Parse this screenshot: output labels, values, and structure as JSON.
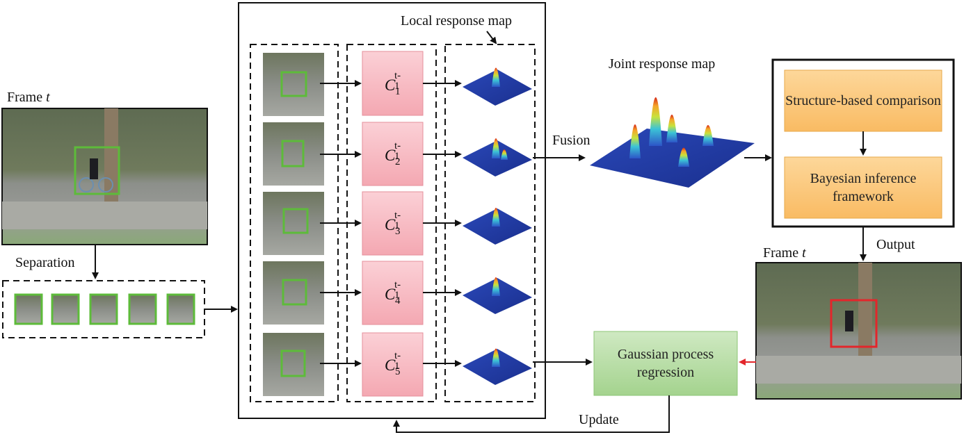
{
  "labels": {
    "frame_t_input": "Frame",
    "frame_t_output": "Frame",
    "frame_var": "t",
    "separation": "Separation",
    "local_response_map": "Local response map",
    "joint_response_map": "Joint response map",
    "fusion": "Fusion",
    "output": "Output",
    "update": "Update"
  },
  "classifiers": [
    {
      "base": "C",
      "sup": "t-1",
      "sub": "1"
    },
    {
      "base": "C",
      "sup": "t-1",
      "sub": "2"
    },
    {
      "base": "C",
      "sup": "t-1",
      "sub": "3"
    },
    {
      "base": "C",
      "sup": "t-1",
      "sub": "4"
    },
    {
      "base": "C",
      "sup": "t-1",
      "sub": "5"
    }
  ],
  "boxes": {
    "structure_comparison": "Structure-based comparison",
    "bayesian": "Bayesian inference framework",
    "gaussian": "Gaussian process regression"
  },
  "colors": {
    "classifier_fill": "#f6b9c1",
    "orange_fill": "#fbc77a",
    "green_fill": "#b9dea8",
    "target_green": "#5dbb3a",
    "target_red": "#e3262b",
    "update_arrow": "#e3262b"
  }
}
